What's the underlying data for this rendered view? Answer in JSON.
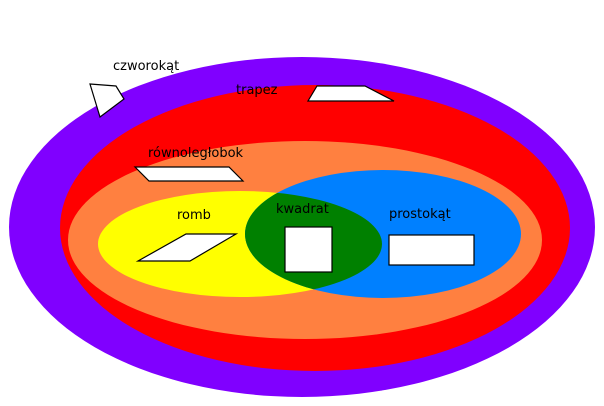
{
  "colors": {
    "background": "#ffffff",
    "czworokat": "#8000ff",
    "trapez": "#ff0000",
    "rownoleglobok": "#ff8040",
    "romb": "#ffff00",
    "prostokat": "#0080ff",
    "kwadrat": "#008000",
    "shape_fill": "#ffffff"
  },
  "labels": {
    "czworokat": "czworokąt",
    "trapez": "trapez",
    "rownoleglobok": "równoległobok",
    "romb": "romb",
    "kwadrat": "kwadrat",
    "prostokat": "prostokąt"
  }
}
